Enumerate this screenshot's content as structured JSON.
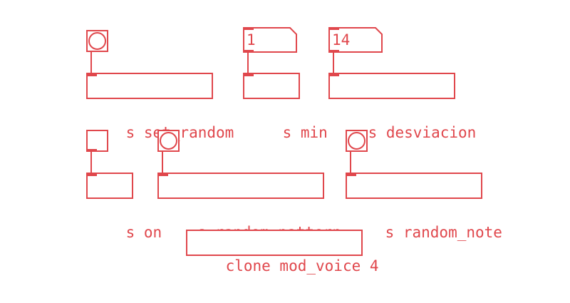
{
  "colors": {
    "accent": "#e0474c"
  },
  "patch": {
    "bang_set_random": {
      "kind": "bang-icon"
    },
    "number_min": {
      "value": "1"
    },
    "number_desviacion": {
      "value": "14"
    },
    "send_set_random": {
      "text": "s set_random"
    },
    "send_min": {
      "text": "s min"
    },
    "send_desviacion": {
      "text": "s desviacion"
    },
    "toggle_on": {
      "kind": "toggle-icon"
    },
    "bang_random_pattern": {
      "kind": "bang-icon"
    },
    "bang_random_note": {
      "kind": "bang-icon"
    },
    "send_on": {
      "text": "s on"
    },
    "send_random_pattern": {
      "text": "s random_pattern"
    },
    "send_random_note": {
      "text": "s random_note"
    },
    "clone_object": {
      "text": "clone mod_voice 4"
    }
  }
}
